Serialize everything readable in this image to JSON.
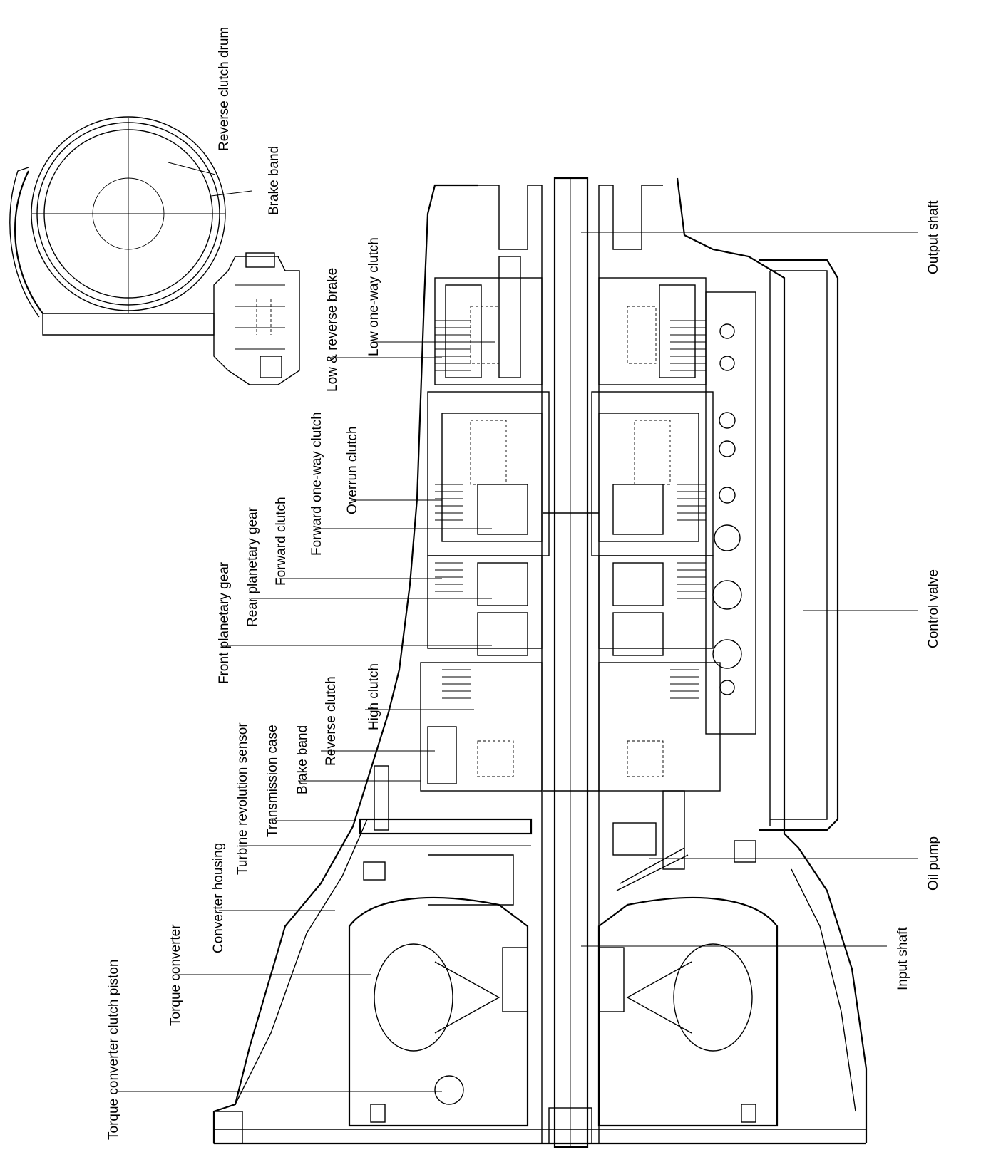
{
  "diagram": {
    "labels": {
      "reverse_clutch_drum": "Reverse clutch drum",
      "brake_band_top": "Brake band",
      "output_shaft": "Output shaft",
      "low_one_way_clutch": "Low one-way clutch",
      "low_reverse_brake": "Low & reverse brake",
      "overrun_clutch": "Overrun clutch",
      "forward_one_way_clutch": "Forward one-way clutch",
      "forward_clutch": "Forward clutch",
      "rear_planetary_gear": "Rear planetary gear",
      "front_planetary_gear": "Front planetary gear",
      "control_valve": "Control valve",
      "high_clutch": "High clutch",
      "reverse_clutch": "Reverse clutch",
      "brake_band": "Brake band",
      "transmission_case": "Transmission case",
      "turbine_revolution_sensor": "Turbine revolution sensor",
      "converter_housing": "Converter housing",
      "oil_pump": "Oil pump",
      "input_shaft": "Input shaft",
      "torque_converter": "Torque converter",
      "torque_converter_clutch_piston": "Torque converter clutch piston"
    }
  }
}
